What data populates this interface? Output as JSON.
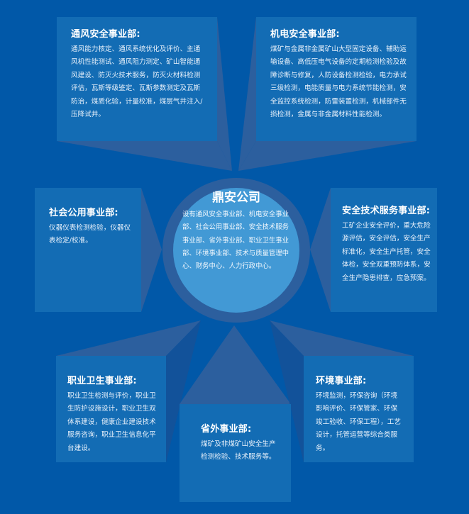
{
  "colors": {
    "background": "#0158a8",
    "box": "#136cb4",
    "ray_light": "#2c5f9e",
    "ray_dark": "#12529a",
    "circle_ring": "#2c5f9e",
    "circle_inner": "#4299d5",
    "text": "#ffffff"
  },
  "center": {
    "title": "鼎安公司",
    "description": "设有通风安全事业部、机电安全事业部、社会公用事业部、安全技术服务事业部、省外事业部、职业卫生事业部、环境事业部、技术与质量管理中心、财务中心、人力行政中心。"
  },
  "departments": {
    "ventilation": {
      "title": "通风安全事业部:",
      "description": "通风能力核定、通风系统优化及评价、主通风机性能测试、通风阻力测定、矿山智能通风建设、防灭火技术服务，防灭火材料检测评估，瓦斯等级鉴定、瓦斯参数测定及瓦斯防治，煤质化验，计量校准，煤层气井注入/压降试井。"
    },
    "electromechanical": {
      "title": "机电安全事业部:",
      "description": "煤矿与金属非金属矿山大型固定设备、辅助运输设备、高低压电气设备的定期检测检验及故障诊断与修复，人防设备检测检验，电力承试三级检测，电能质量与电力系统节能检测，安全监控系统检测，防雷装置检测，机械部件无损检测，金属与非金属材料性能检测。"
    },
    "public_utility": {
      "title": "社会公用事业部:",
      "description": "仪器仪表检测检验，仪器仪表检定/校准。"
    },
    "safety_tech": {
      "title": "安全技术服务事业部:",
      "description": "工矿企业安全评价，重大危险源评估，安全评估，安全生产标准化，安全生产托管，安全体检，安全双重预防体系，安全生产隐患排查，应急预案。"
    },
    "occupational_health": {
      "title": "职业卫生事业部:",
      "description": "职业卫生检测与评价，职业卫生防护设施设计，职业卫生双体系建设，健康企业建设技术服务咨询，职业卫生信息化平台建设。"
    },
    "out_of_province": {
      "title": "省外事业部:",
      "description": "煤矿及非煤矿山安全生产检测检验、技术服务等。"
    },
    "environment": {
      "title": "环境事业部:",
      "description": "环境监测，环保咨询（环境影响评价、环保管家、环保竣工验收、环保工程），工艺设计，托管运营等综合类服务。"
    }
  }
}
